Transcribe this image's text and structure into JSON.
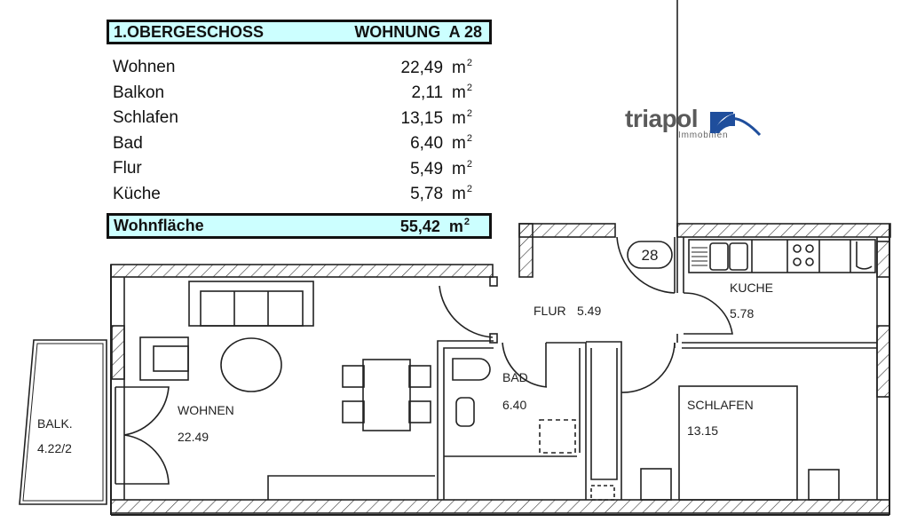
{
  "header": {
    "floor": "1.OBERGESCHOSS",
    "unit": "WOHNUNG  A 28"
  },
  "areas": [
    {
      "room": "Wohnen",
      "value": "22,49",
      "unit": "m",
      "exp": "2"
    },
    {
      "room": "Balkon",
      "value": "2,11",
      "unit": "m",
      "exp": "2"
    },
    {
      "room": "Schlafen",
      "value": "13,15",
      "unit": "m",
      "exp": "2"
    },
    {
      "room": "Bad",
      "value": "6,40",
      "unit": "m",
      "exp": "2"
    },
    {
      "room": "Flur",
      "value": "5,49",
      "unit": "m",
      "exp": "2"
    },
    {
      "room": "Küche",
      "value": "5,78",
      "unit": "m",
      "exp": "2"
    }
  ],
  "total": {
    "label": "Wohnfläche",
    "value": "55,42",
    "unit": "m",
    "exp": "2"
  },
  "logo": {
    "name": "triapol",
    "subtitle": "Immobilien",
    "brand_color": "#1f4e9c",
    "text_color": "#5a5a5a"
  },
  "colors": {
    "highlight": "#ccffff",
    "line": "#222222"
  },
  "plan": {
    "apartment_number": "28",
    "rooms": [
      {
        "id": "balkon",
        "name": "BALK.",
        "area": "4.22/2"
      },
      {
        "id": "wohnen",
        "name": "WOHNEN",
        "area": "22.49"
      },
      {
        "id": "flur",
        "name": "FLUR",
        "area": "5.49"
      },
      {
        "id": "bad",
        "name": "BAD",
        "area": "6.40"
      },
      {
        "id": "kueche",
        "name": "KUCHE",
        "area": "5.78"
      },
      {
        "id": "schlafen",
        "name": "SCHLAFEN",
        "area": "13.15"
      }
    ]
  }
}
